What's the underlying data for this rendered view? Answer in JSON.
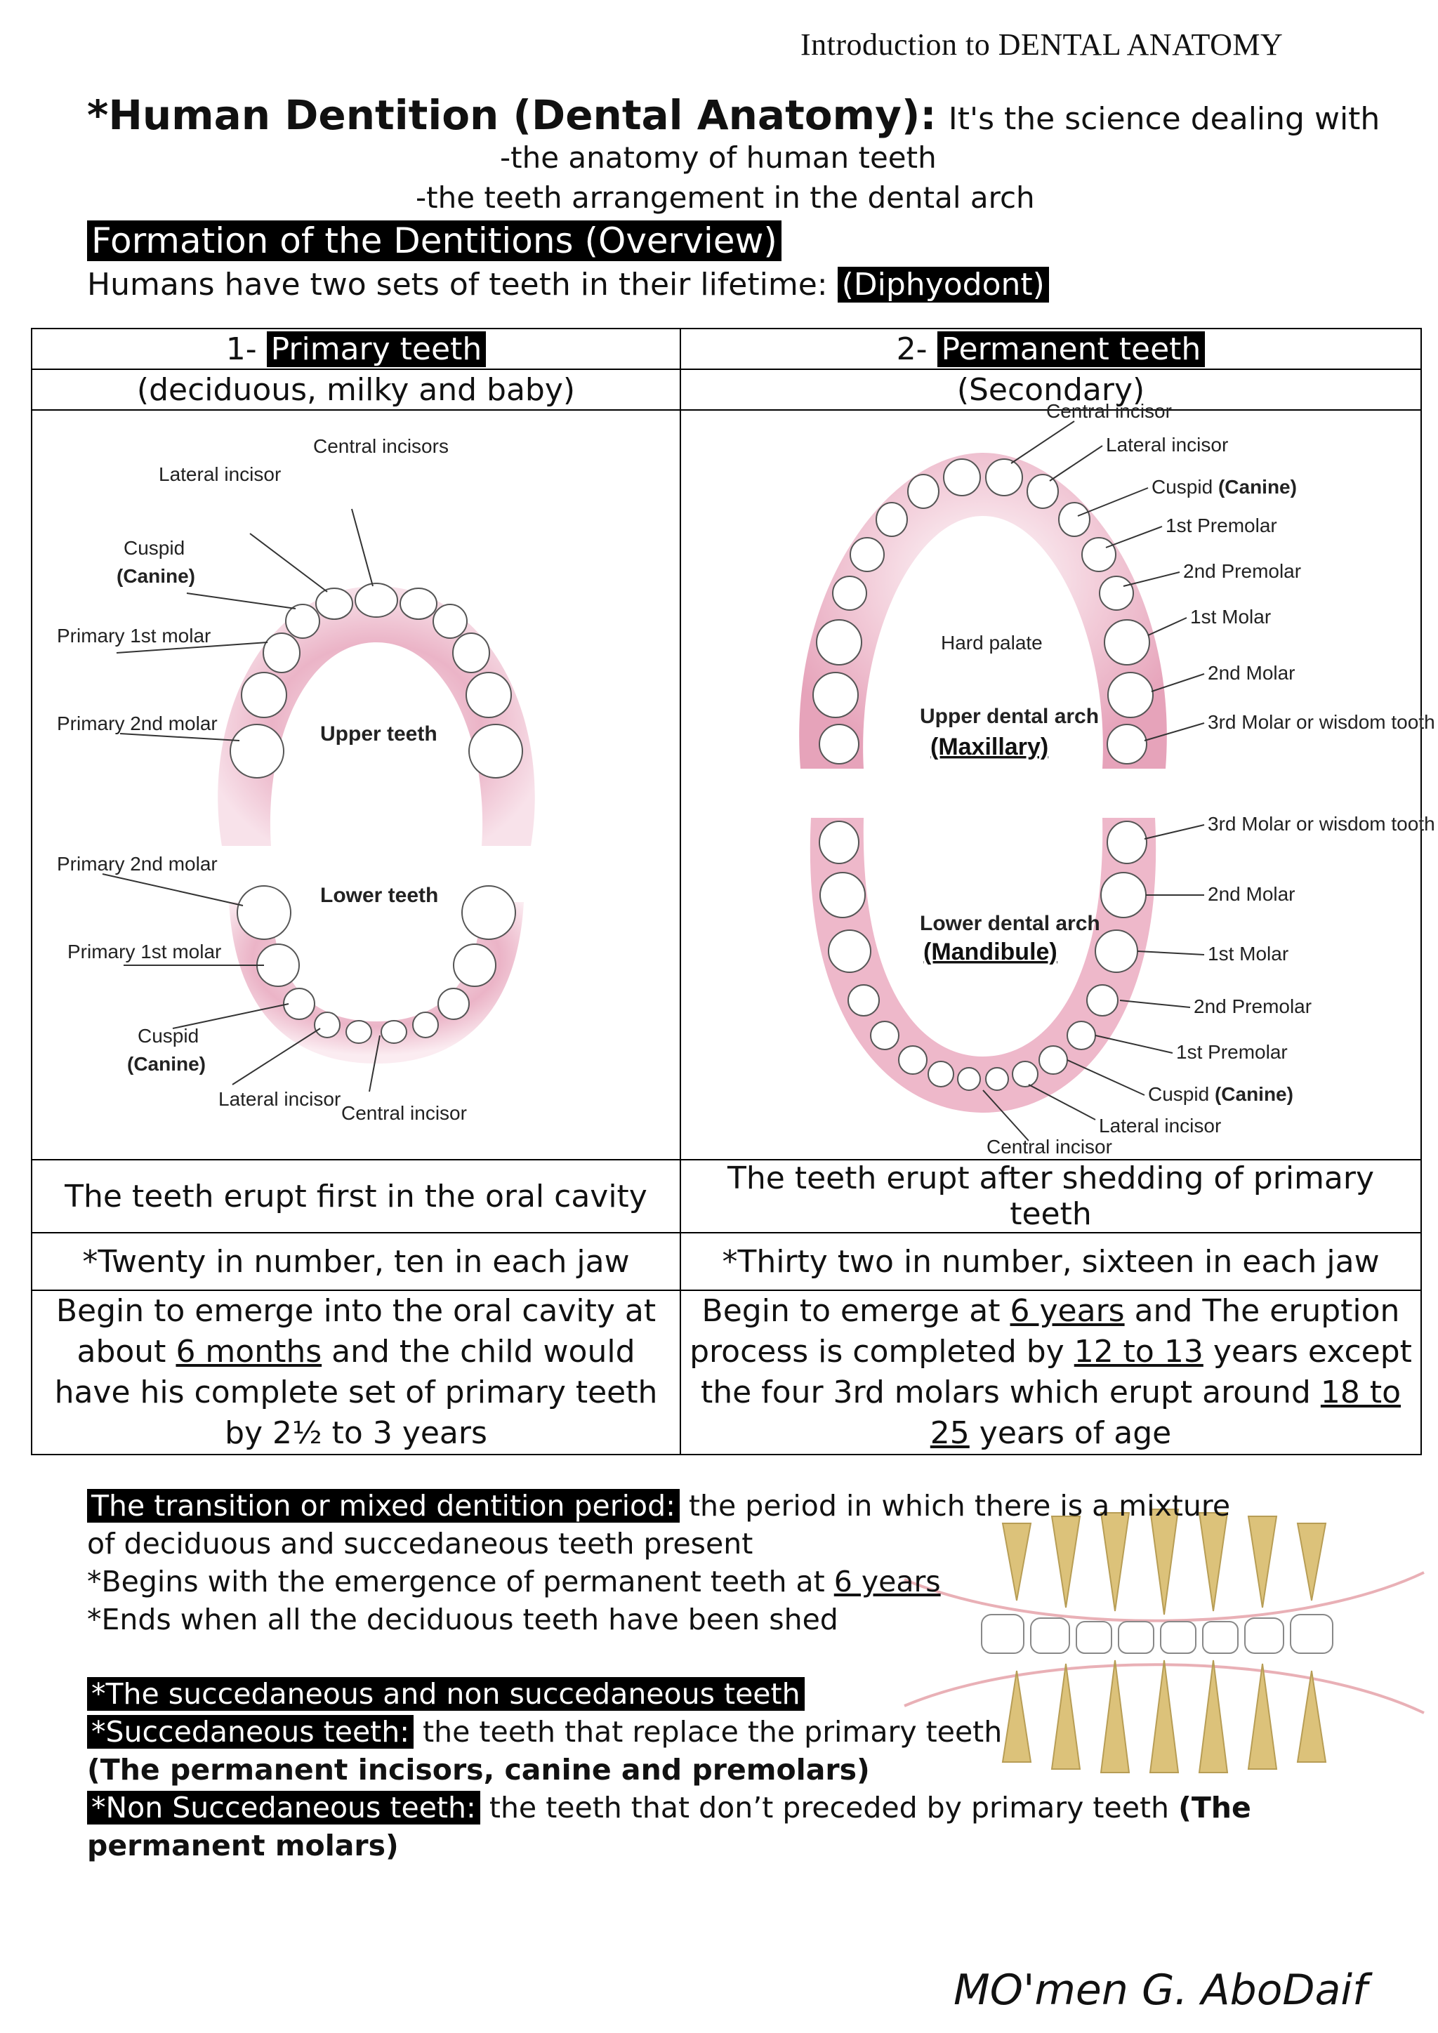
{
  "header": {
    "title": "Introduction to DENTAL ANATOMY"
  },
  "intro": {
    "heading": "*Human Dentition (Dental Anatomy):",
    "heading_tail": "It's the science dealing with",
    "scope_1": "-the anatomy of human teeth",
    "scope_2": "-the teeth arrangement in the dental arch",
    "formation_heading": "Formation of the Dentitions (Overview)",
    "sets_line": "Humans have two sets of teeth in their lifetime:",
    "sets_term": "(Diphyodont)"
  },
  "table": {
    "primary": {
      "number": "1-",
      "title": "Primary teeth",
      "subtitle": "(deciduous, milky and baby)",
      "erupt": "The teeth erupt first in the oral cavity",
      "count": "*Twenty in number, ten in each jaw",
      "timing_1": "Begin to emerge into the oral cavity at about",
      "timing_months": "6 months",
      "timing_2": "and the child would have his complete set of primary teeth by 2½ to 3 years"
    },
    "permanent": {
      "number": "2-",
      "title": "Permanent teeth",
      "subtitle": "(Secondary)",
      "erupt": "The teeth erupt after shedding of primary teeth",
      "count": "*Thirty two in number, sixteen in each jaw",
      "timing_1": "Begin to emerge at",
      "timing_years": "6 years",
      "timing_2": "and The eruption process is completed by",
      "timing_range": "12 to 13",
      "timing_3": "years except the four 3rd molars which erupt around",
      "timing_late": "18 to 25",
      "timing_4": "years of age"
    }
  },
  "primary_figure": {
    "central_incisors_upper": "Central incisors",
    "lateral_incisor_upper": "Lateral incisor",
    "cuspid_upper": "Cuspid",
    "canine_upper": "(Canine)",
    "primary_1st_molar_upper": "Primary 1st molar",
    "primary_2nd_molar_upper": "Primary 2nd molar",
    "upper_teeth": "Upper teeth",
    "lower_teeth": "Lower teeth",
    "primary_2nd_molar_lower": "Primary 2nd molar",
    "primary_1st_molar_lower": "Primary 1st molar",
    "cuspid_lower": "Cuspid",
    "canine_lower": "(Canine)",
    "lateral_incisor_lower": "Lateral incisor",
    "central_incisor_lower": "Central incisor"
  },
  "permanent_figure": {
    "central_incisor_upper": "Central incisor",
    "lateral_incisor_upper": "Lateral incisor",
    "cuspid_upper": "Cuspid",
    "canine_upper": "(Canine)",
    "premolar_1_upper": "1st Premolar",
    "premolar_2_upper": "2nd Premolar",
    "molar_1_upper": "1st Molar",
    "molar_2_upper": "2nd Molar",
    "molar_3_upper": "3rd Molar or wisdom tooth",
    "hard_palate": "Hard palate",
    "upper_arch": "Upper dental arch",
    "upper_arch_name": "(Maxillary)",
    "molar_3_lower": "3rd Molar or wisdom tooth",
    "molar_2_lower": "2nd Molar",
    "molar_1_lower": "1st Molar",
    "premolar_2_lower": "2nd Premolar",
    "premolar_1_lower": "1st Premolar",
    "cuspid_lower": "Cuspid",
    "canine_lower": "(Canine)",
    "lateral_incisor_lower": "Lateral incisor",
    "central_incisor_lower": "Central incisor",
    "lower_arch": "Lower dental arch",
    "lower_arch_name": "(Mandibule)"
  },
  "mixed": {
    "heading": "The transition or mixed dentition period:",
    "text_1": "the period in which there is a mixture of deciduous and succedaneous teeth present",
    "begins": "*Begins with the emergence of permanent teeth at",
    "begins_years": "6 years",
    "ends": "*Ends when all the deciduous teeth have been shed"
  },
  "succedaneous": {
    "heading": "*The succedaneous and non succedaneous teeth",
    "succ_term": "*Succedaneous teeth:",
    "succ_def": "the teeth that replace the primary teeth",
    "succ_examples": "(The permanent incisors, canine and premolars)",
    "non_term": "*Non Succedaneous teeth:",
    "non_def": "the teeth that don’t preceded by primary teeth",
    "non_examples": "(The permanent molars)"
  },
  "footer": {
    "author": "MO'men G. AboDaif"
  },
  "colors": {
    "gum": "#e7a9bd",
    "gum_light": "#f6dbe5",
    "tooth": "#ffffff",
    "root": "#d9c07a",
    "ink": "#111111"
  }
}
